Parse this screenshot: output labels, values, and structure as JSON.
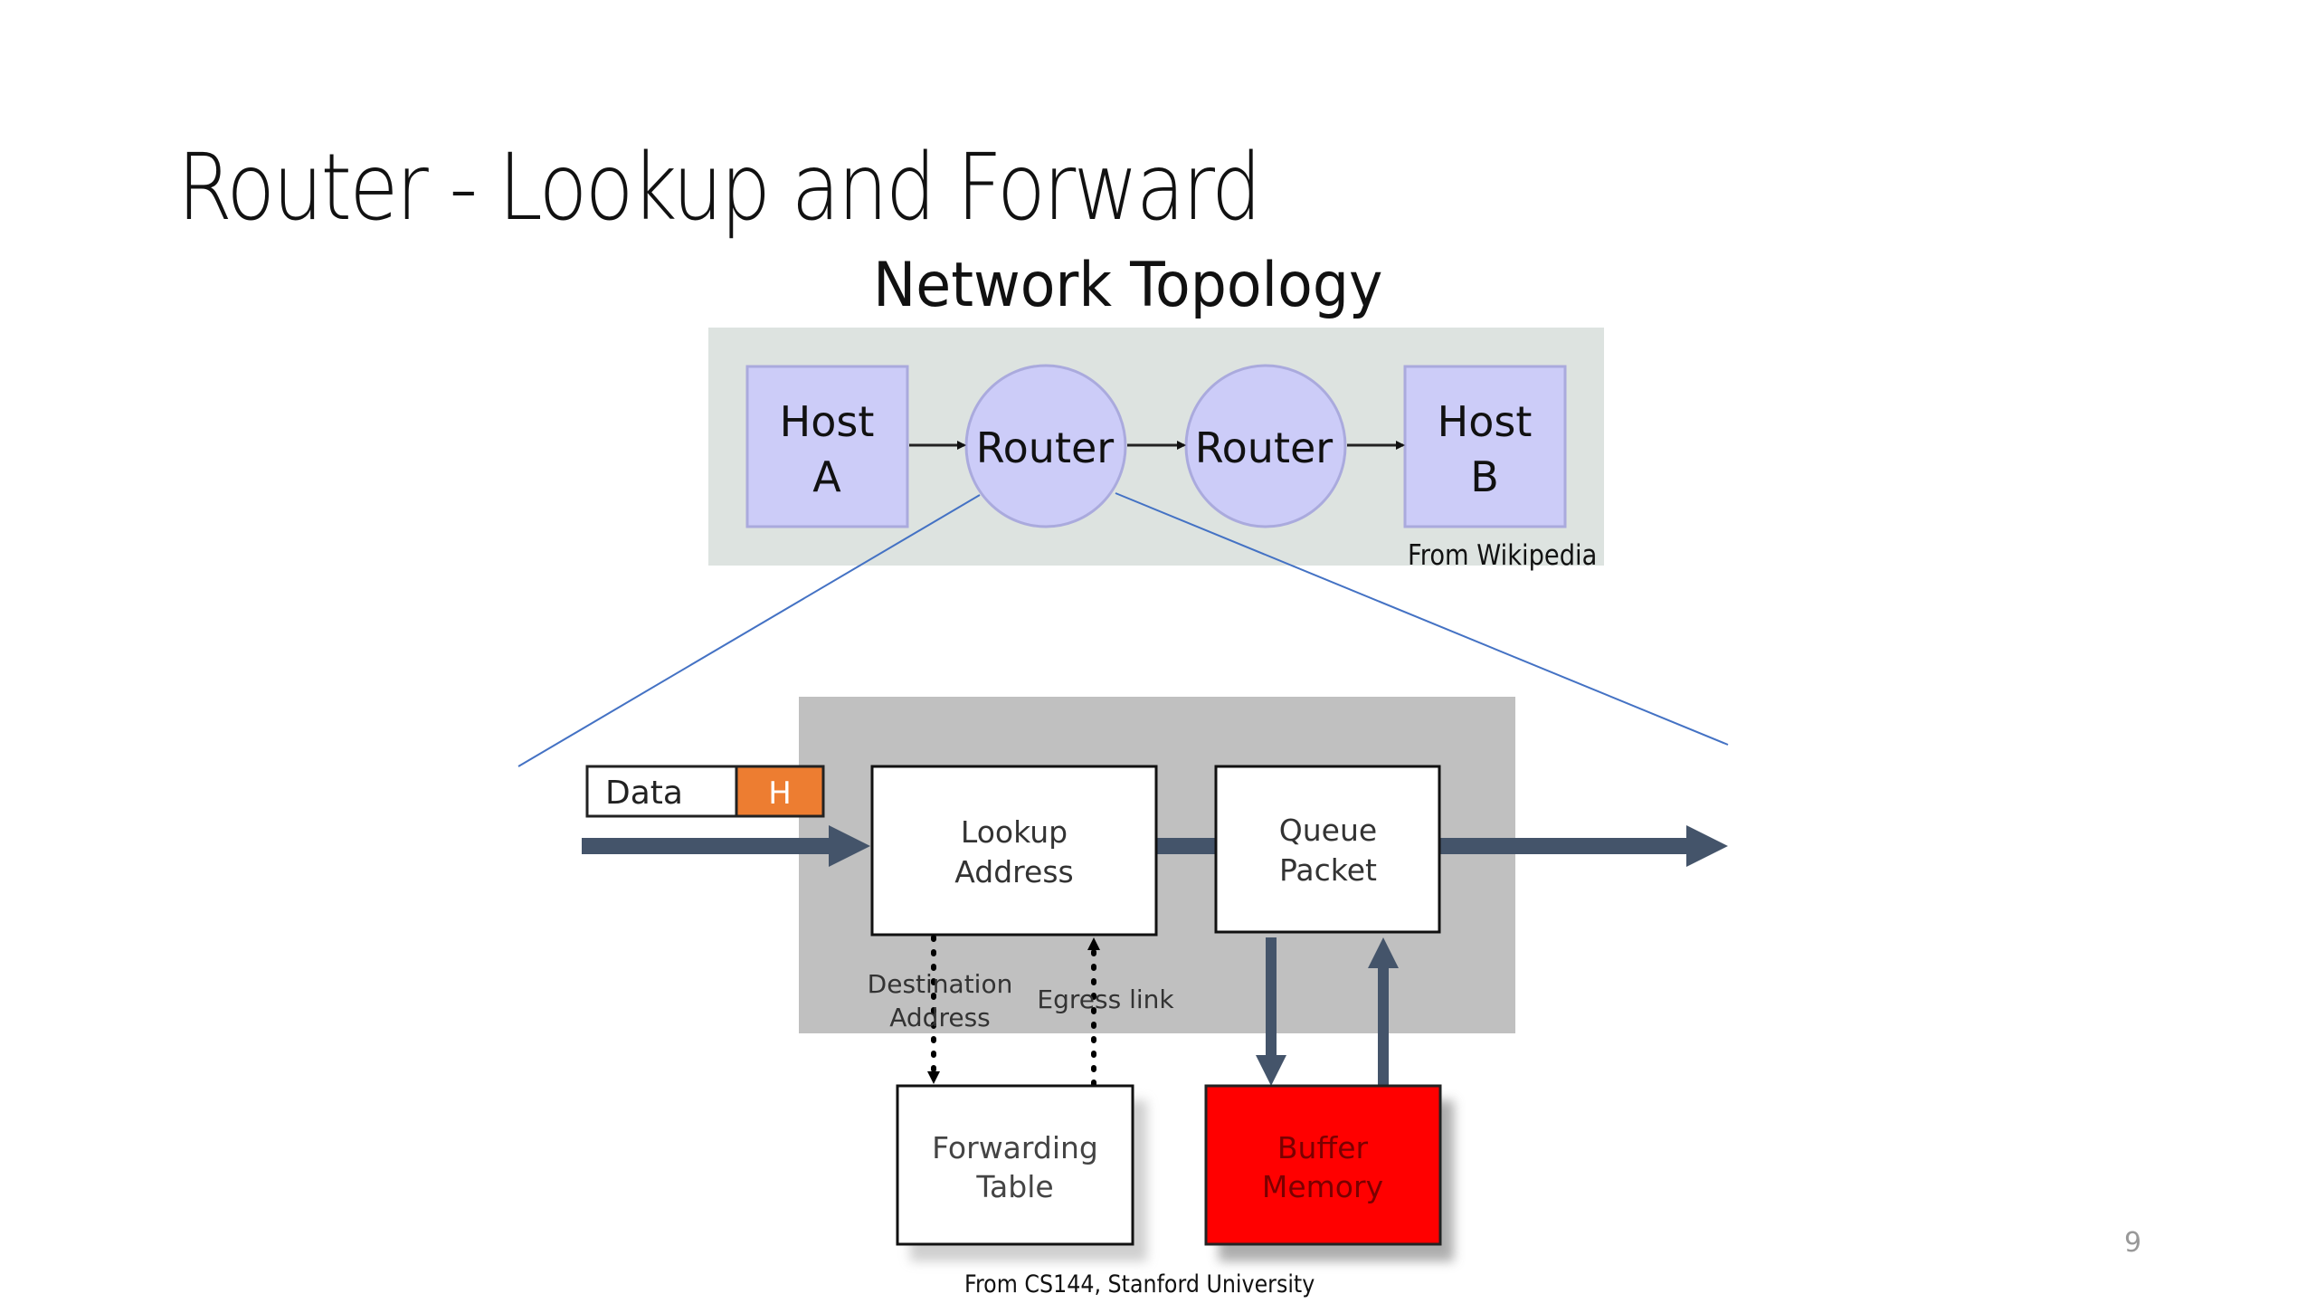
{
  "slide": {
    "title": "Router - Lookup and Forward",
    "page_number": "9"
  },
  "topology": {
    "title": "Network Topology",
    "nodes": [
      {
        "type": "host",
        "line1": "Host",
        "line2": "A"
      },
      {
        "type": "router",
        "label": "Router"
      },
      {
        "type": "router",
        "label": "Router"
      },
      {
        "type": "host",
        "line1": "Host",
        "line2": "B"
      }
    ],
    "credit": "From Wikipedia",
    "colors": {
      "panel": "#dde3e0",
      "node_fill": "#ccccf8",
      "node_stroke": "#aaaadd",
      "zoom_lines": "#4472c4"
    }
  },
  "router_detail": {
    "packet": {
      "data_label": "Data",
      "header_label": "H"
    },
    "lookup_box": {
      "line1": "Lookup",
      "line2": "Address"
    },
    "queue_box": {
      "line1": "Queue",
      "line2": "Packet"
    },
    "destination_label": {
      "line1": "Destination",
      "line2": "Address"
    },
    "egress_label": "Egress link",
    "forwarding_table": {
      "line1": "Forwarding",
      "line2": "Table"
    },
    "buffer_memory": {
      "line1": "Buffer",
      "line2": "Memory"
    },
    "credit": "From CS144, Stanford University",
    "colors": {
      "panel": "#c0c0c0",
      "arrow": "#44546a",
      "header": "#ed7d31",
      "buffer": "#ff0000"
    }
  }
}
